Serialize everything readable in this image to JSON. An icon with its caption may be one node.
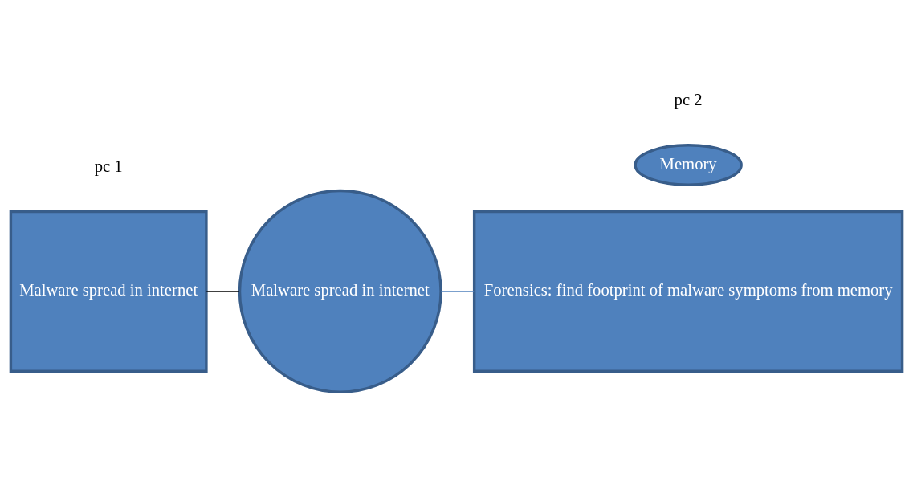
{
  "diagram": {
    "nodes": [
      {
        "text": [
          "Malware spread in internet"
        ]
      },
      {
        "text": [
          "Malware spread in internet"
        ]
      },
      {
        "text": [
          "Forensics: find footprint of malware symptoms from memory"
        ]
      },
      {
        "text": [
          "Memory"
        ]
      }
    ],
    "edges": [
      {
        "from": 0,
        "to": 1,
        "arrow": "none"
      },
      {
        "from": 1,
        "to": 2,
        "arrow": "none",
        "color": "#4f81bd"
      }
    ],
    "labels": [
      "pc 1",
      "pc 2"
    ]
  }
}
